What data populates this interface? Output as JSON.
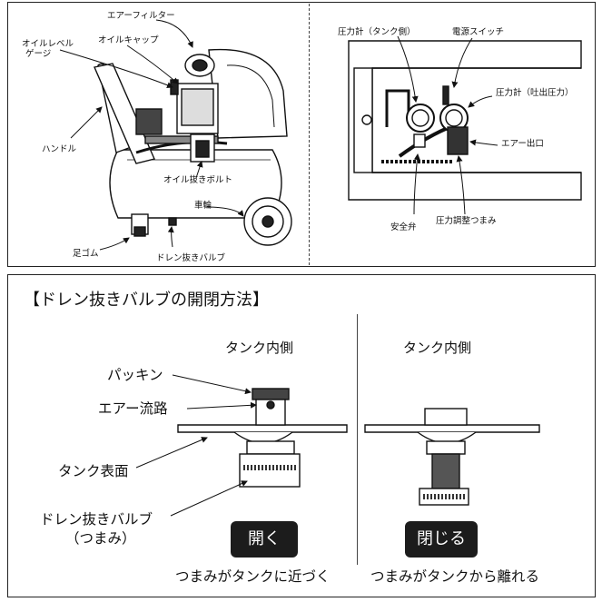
{
  "compressor_labels": {
    "air_filter": "エアーフィルター",
    "oil_level_gauge_1": "オイルレベル",
    "oil_level_gauge_2": "ゲージ",
    "oil_cap": "オイルキャップ",
    "handle": "ハンドル",
    "oil_drain_bolt": "オイル抜きボルト",
    "wheel": "車輪",
    "foot_rubber": "足ゴム",
    "drain_valve": "ドレン抜きバルブ"
  },
  "panel_labels": {
    "pressure_gauge_tank": "圧力計（タンク側）",
    "power_switch": "電源スイッチ",
    "pressure_gauge_out": "圧力計（吐出圧力）",
    "air_outlet": "エアー出口",
    "safety_valve": "安全弁",
    "pressure_knob": "圧力調整つまみ"
  },
  "valve_section": {
    "title": "【ドレン抜きバルブの開閉方法】",
    "inner_left": "タンク内側",
    "inner_right": "タンク内側",
    "packing": "パッキン",
    "air_path": "エアー流路",
    "tank_surface": "タンク表面",
    "drain_valve_1": "ドレン抜きバルブ",
    "drain_valve_2": "（つまみ）",
    "open_button": "開く",
    "close_button": "閉じる",
    "open_caption": "つまみがタンクに近づく",
    "close_caption": "つまみがタンクから離れる"
  }
}
